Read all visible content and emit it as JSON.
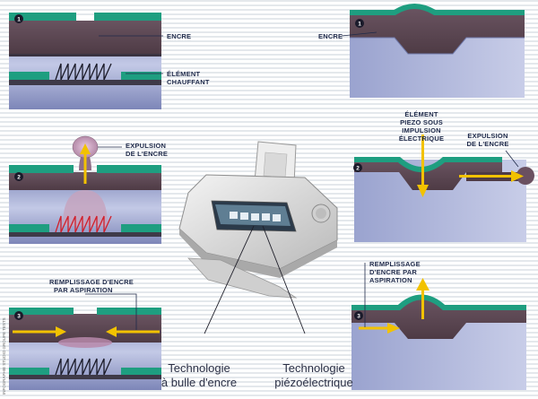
{
  "inkjet_left": {
    "step1": {
      "number": "1",
      "label_ink": "ENCRE",
      "label_heater_line1": "ÉLÉMENT",
      "label_heater_line2": "CHAUFFANT"
    },
    "step2": {
      "number": "2",
      "label_line1": "EXPULSION",
      "label_line2": "DE L'ENCRE"
    },
    "step3": {
      "number": "3",
      "label_line1": "REMPLISSAGE D'ENCRE",
      "label_line2": "PAR ASPIRATION"
    }
  },
  "inkjet_right": {
    "step1": {
      "number": "1",
      "label_ink": "ENCRE"
    },
    "step2": {
      "number": "2",
      "label_piezo_line1": "ÉLÉMENT",
      "label_piezo_line2": "PIEZO SOUS",
      "label_piezo_line3": "IMPULSION",
      "label_piezo_line4": "ÉLECTRIQUE",
      "label_exp_line1": "EXPULSION",
      "label_exp_line2": "DE L'ENCRE"
    },
    "step3": {
      "number": "3",
      "label_line1": "REMPLISSAGE",
      "label_line2": "D'ENCRE PAR",
      "label_line3": "ASPIRATION"
    }
  },
  "captions": {
    "bubble_line1": "Technologie",
    "bubble_line2": "à bulle d'encre",
    "piezo_line1": "Technologie",
    "piezo_line2": "piézoélectrique"
  },
  "credit": "INFOGRAPHIE STUDIO GROUPE TESTS",
  "colors": {
    "ink": "#5e4a55",
    "green": "#1e9e80",
    "blue": "#8f9ac8",
    "arrow": "#f2c200",
    "heater_hot": "#d21f2a"
  }
}
